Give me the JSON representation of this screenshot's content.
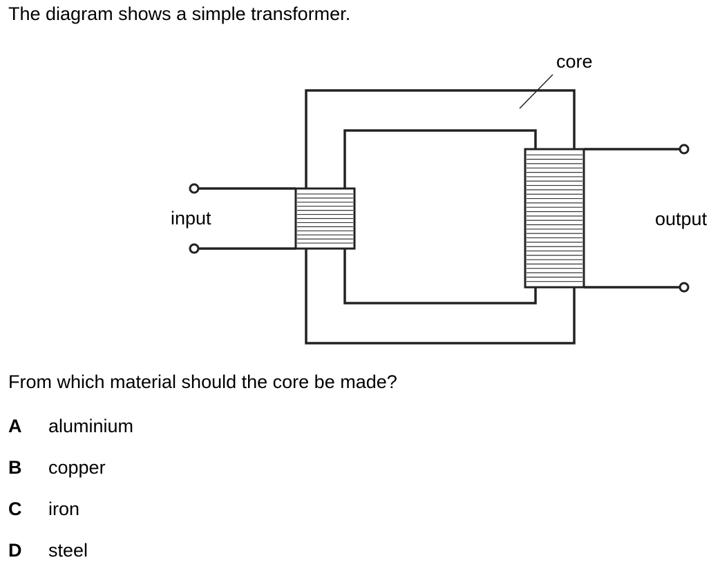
{
  "intro_text": "The diagram shows a simple transformer.",
  "diagram": {
    "labels": {
      "core": "core",
      "input": "input",
      "output": "output"
    },
    "primary_coil_turns_shown": 13,
    "secondary_coil_turns_shown": 30
  },
  "question": "From which material should the core be made?",
  "options": [
    {
      "letter": "A",
      "text": "aluminium"
    },
    {
      "letter": "B",
      "text": "copper"
    },
    {
      "letter": "C",
      "text": "iron"
    },
    {
      "letter": "D",
      "text": "steel"
    }
  ]
}
